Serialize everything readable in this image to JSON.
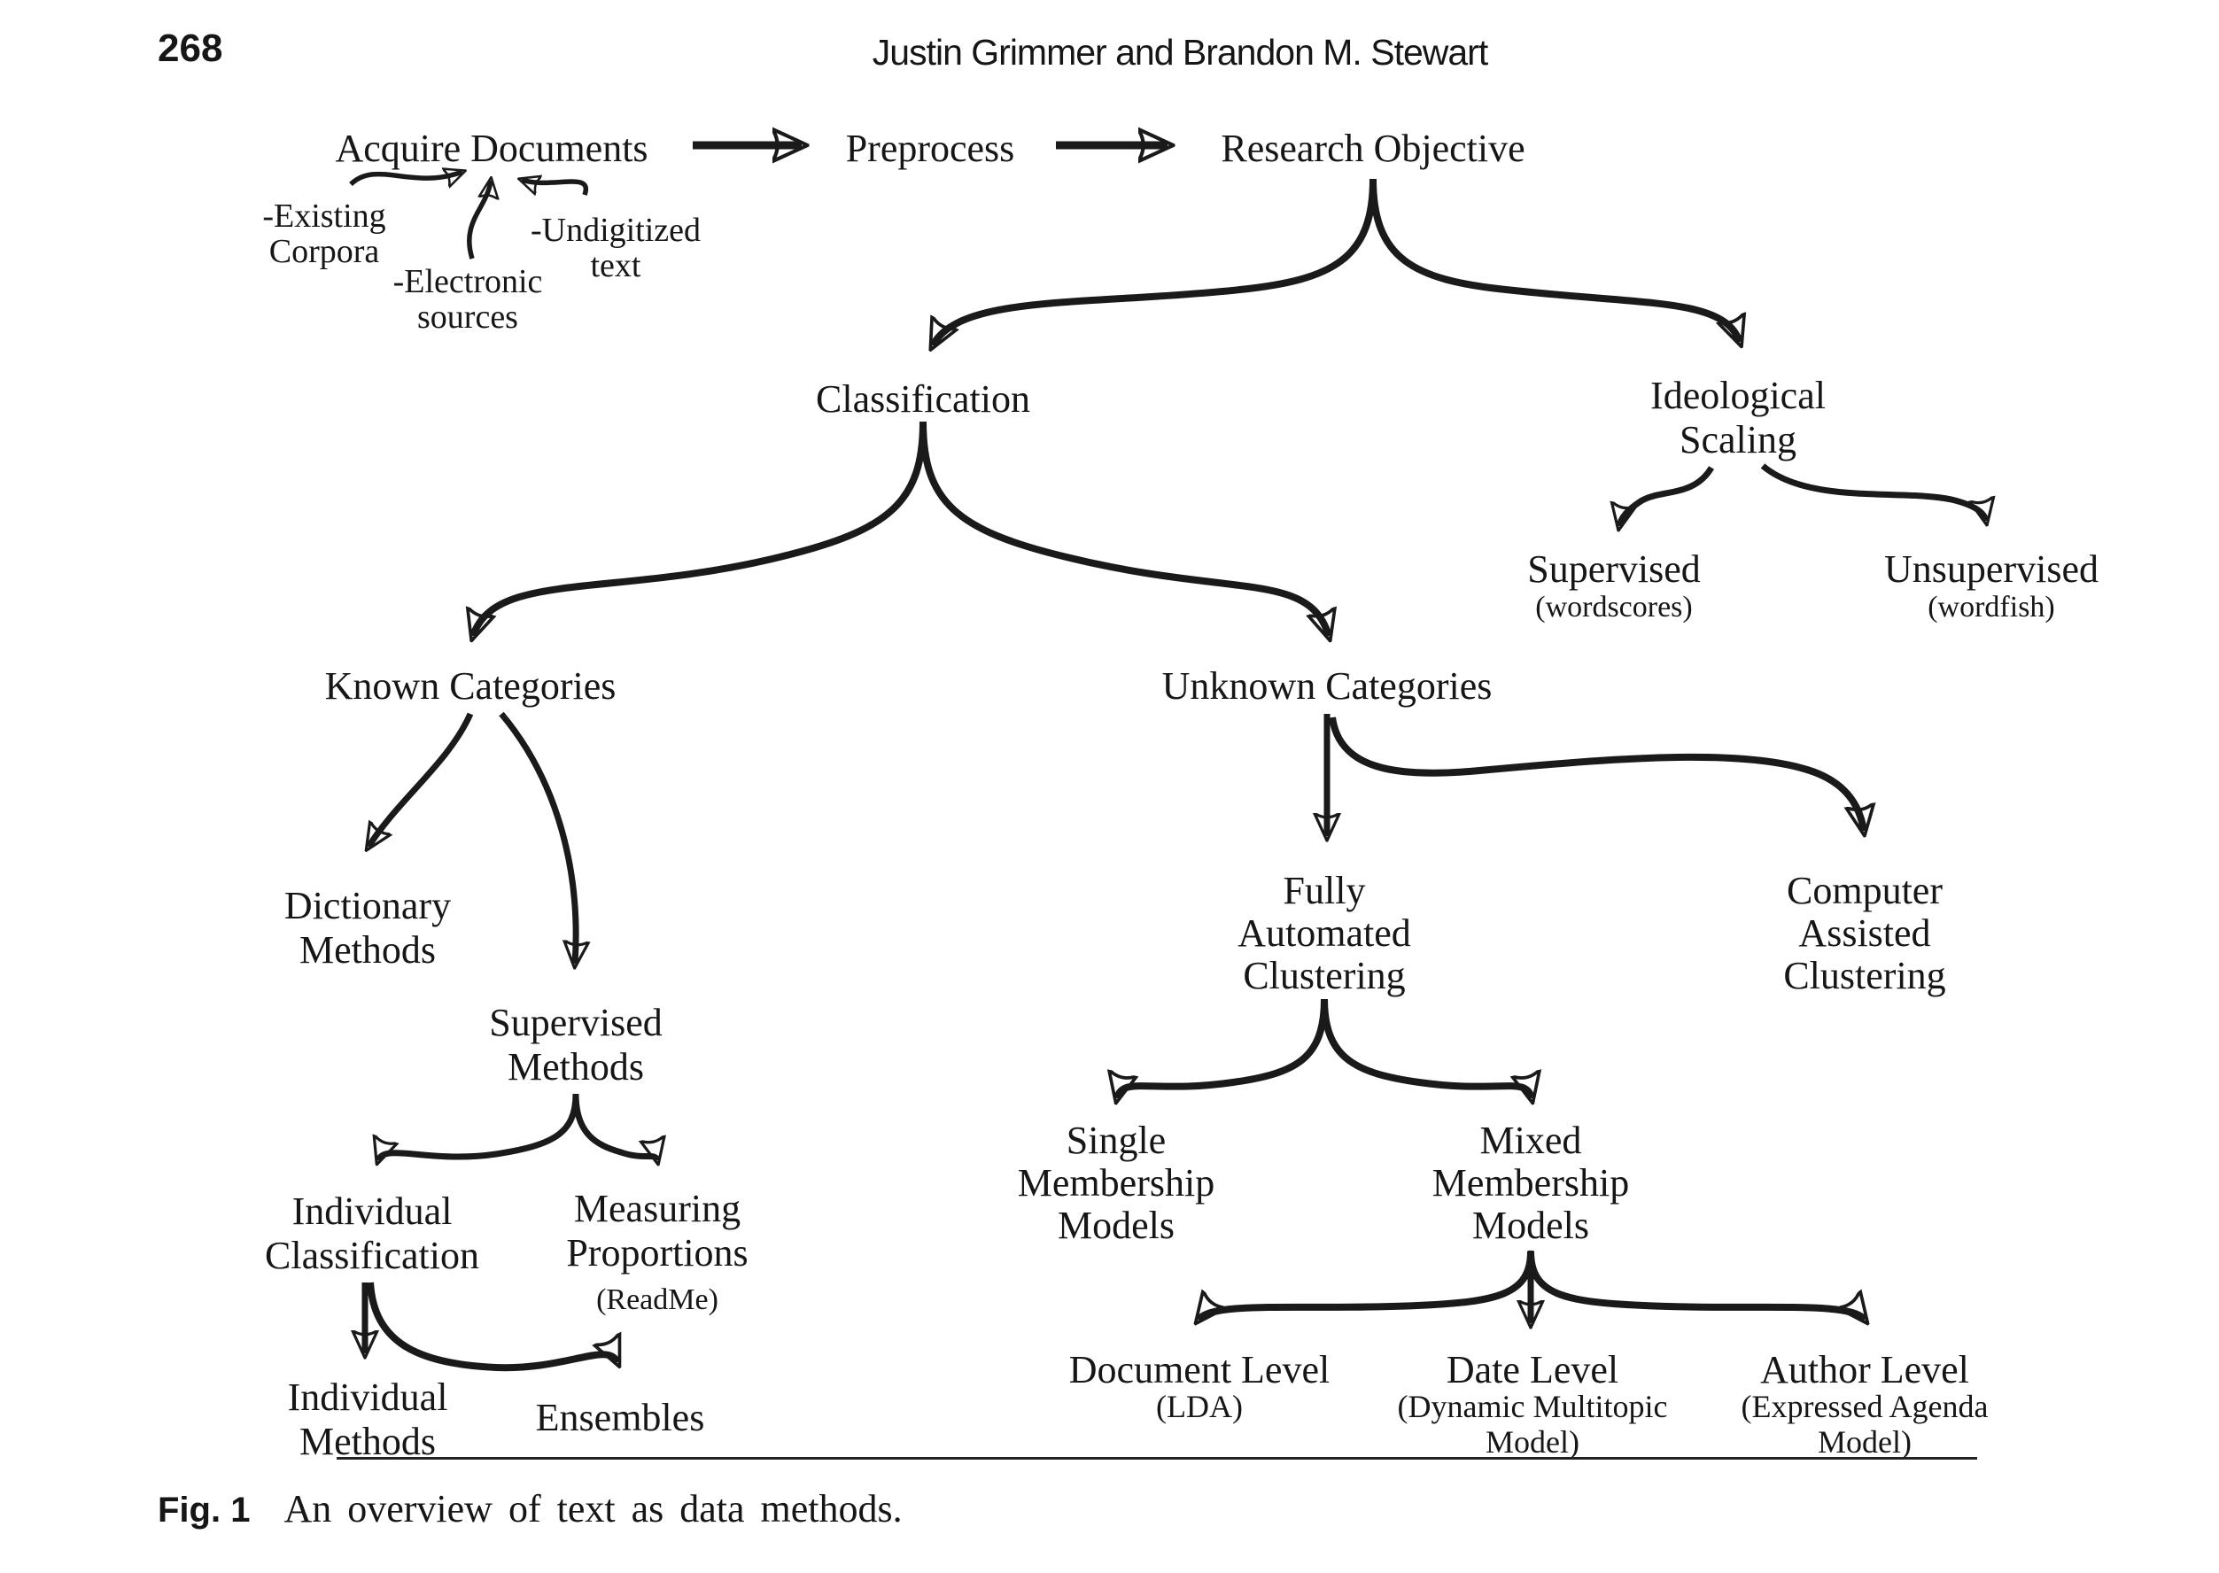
{
  "page": {
    "number": "268",
    "running_head": "Justin Grimmer and Brandon M. Stewart"
  },
  "figure": {
    "caption_label": "Fig. 1",
    "caption_text": "An overview of text as data methods.",
    "nodes": {
      "acquire": "Acquire Documents",
      "preprocess": "Preprocess",
      "research": "Research Objective",
      "existing_corpora": "-Existing\nCorpora",
      "electronic_sources": "-Electronic\nsources",
      "undigitized_text": "-Undigitized\ntext",
      "classification": "Classification",
      "ideological_scaling": "Ideological\nScaling",
      "supervised_scaling": "Supervised",
      "supervised_scaling_sub": "(wordscores)",
      "unsupervised_scaling": "Unsupervised",
      "unsupervised_scaling_sub": "(wordfish)",
      "known_categories": "Known Categories",
      "unknown_categories": "Unknown Categories",
      "dictionary_methods": "Dictionary\nMethods",
      "supervised_methods": "Supervised\nMethods",
      "individual_classification": "Individual\nClassification",
      "measuring_proportions": "Measuring\nProportions",
      "measuring_proportions_sub": "(ReadMe)",
      "individual_methods": "Individual\nMethods",
      "ensembles": "Ensembles",
      "fully_automated_clustering": "Fully\nAutomated\nClustering",
      "computer_assisted_clustering": "Computer\nAssisted\nClustering",
      "single_membership_models": "Single\nMembership\nModels",
      "mixed_membership_models": "Mixed\nMembership\nModels",
      "document_level": "Document Level",
      "document_level_sub": "(LDA)",
      "date_level": "Date Level",
      "date_level_sub": "(Dynamic Multitopic\nModel)",
      "author_level": "Author Level",
      "author_level_sub": "(Expressed Agenda\nModel)"
    },
    "colors": {
      "ink": "#1a1a1a"
    }
  }
}
